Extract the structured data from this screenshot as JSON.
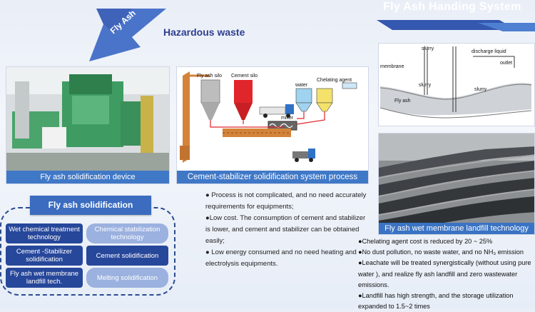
{
  "header": {
    "arrow_text": "Fly Ash",
    "hazardous_title": "Hazardous waste",
    "system_title": "Fly Ash Handing System"
  },
  "images": {
    "device_caption": "Fly ash solidification device",
    "process_caption": "Cement-stabilizer solidification system process",
    "landfill_caption": "Fly ash wet membrane landfill technology"
  },
  "process_diagram": {
    "fly_ash_silo": "Fly ash silo",
    "cement_silo": "Cement silo",
    "chelating_agent": "Chelating agent",
    "water": "water",
    "mixer": "mixer"
  },
  "landfill_diagram": {
    "slurry_top": "slurry",
    "discharge_liquid": "discharge liquid",
    "membrane": "membrane",
    "outlet": "outlet",
    "slurry_left": "slurry",
    "slurry_right": "slurry",
    "fly_ash": "Fly ash"
  },
  "middle_bullets": [
    "● Process is not complicated, and no need accurately requirements for equipments;",
    "●Low cost. The consumption of cement and stabilizer is lower, and cement and stabilizer can be obtained easily;",
    "● Low energy consumed and no need heating and electrolysis equipments."
  ],
  "right_bullets": [
    "●Chelating agent cost is reduced by 20 ~ 25%",
    "●No dust pollution, no waste water, and no NH₃ emission",
    "●Leachate will be treated  synergistically (without using pure water ), and realize fly ash landfill and zero wastewater emissions.",
    "●Landfill has high strength, and the storage utilization expanded to 1.5~2 times"
  ],
  "solidification": {
    "title": "Fly ash solidification",
    "items": [
      "Wet chemical treatment technology",
      "Chemical stabilization technology",
      "Cement -Stabilizer solidification",
      "Cement solidification",
      "Fly ash wet membrane landfill tech.",
      "Melting solidification"
    ]
  },
  "colors": {
    "accent_blue": "#3f78c7",
    "dark_blue": "#27479a",
    "light_blue": "#9bb1df",
    "silo_red": "#e0262b",
    "conveyor_orange": "#d4833a"
  }
}
